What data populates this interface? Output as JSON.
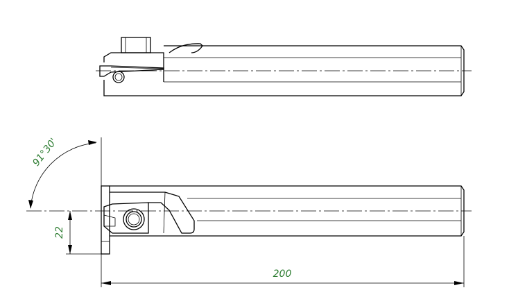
{
  "dimensions": {
    "length": "200",
    "height": "22",
    "angle": "91°30'"
  },
  "colors": {
    "line": "#000000",
    "dimension_text": "#2e7d32"
  }
}
